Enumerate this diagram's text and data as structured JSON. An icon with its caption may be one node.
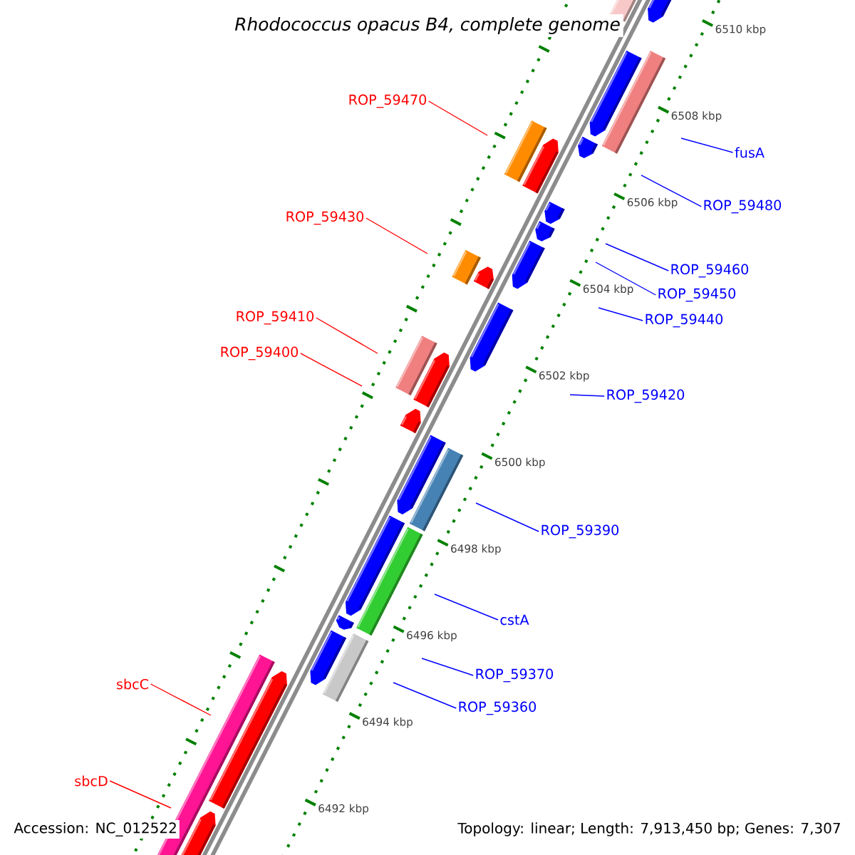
{
  "diagram": {
    "title": "Rhodococcus opacus B4, complete genome",
    "nodes": [
      {
        "text": [
          "ROP_59470"
        ]
      },
      {
        "text": [
          "fusA"
        ]
      },
      {
        "text": [
          "ROP_59480"
        ]
      },
      {
        "text": [
          "ROP_59430"
        ]
      },
      {
        "text": [
          "ROP_59460"
        ]
      },
      {
        "text": [
          "ROP_59450"
        ]
      },
      {
        "text": [
          "ROP_59410"
        ]
      },
      {
        "text": [
          "ROP_59440"
        ]
      },
      {
        "text": [
          "ROP_59400"
        ]
      },
      {
        "text": [
          "ROP_59420"
        ]
      },
      {
        "text": [
          "ROP_59390"
        ]
      },
      {
        "text": [
          "cstA"
        ]
      },
      {
        "text": [
          "ROP_59370"
        ]
      },
      {
        "text": [
          "sbcC"
        ]
      },
      {
        "text": [
          "ROP_59360"
        ]
      },
      {
        "text": [
          "sbcD"
        ]
      }
    ],
    "edges": [
      {
        "from": 0,
        "to": null,
        "arrow": "none",
        "color": "#ff0000"
      },
      {
        "from": 1,
        "to": null,
        "arrow": "none"
      },
      {
        "from": 2,
        "to": null,
        "arrow": "none"
      },
      {
        "from": 3,
        "to": null,
        "arrow": "none",
        "color": "#ff0000"
      },
      {
        "from": 4,
        "to": null,
        "arrow": "none"
      },
      {
        "from": 5,
        "to": null,
        "arrow": "none"
      },
      {
        "from": 6,
        "to": null,
        "arrow": "none",
        "color": "#ff0000"
      },
      {
        "from": 7,
        "to": null,
        "arrow": "none"
      },
      {
        "from": 8,
        "to": null,
        "arrow": "none",
        "color": "#ff0000"
      },
      {
        "from": 9,
        "to": null,
        "arrow": "none"
      },
      {
        "from": 10,
        "to": null,
        "arrow": "none"
      },
      {
        "from": 11,
        "to": null,
        "arrow": "none"
      },
      {
        "from": 12,
        "to": null,
        "arrow": "none"
      },
      {
        "from": 13,
        "to": null,
        "arrow": "none",
        "color": "#ff0000"
      },
      {
        "from": 14,
        "to": null,
        "arrow": "none"
      },
      {
        "from": 15,
        "to": null,
        "arrow": "none",
        "color": "#ff0000"
      }
    ],
    "labels": [
      "6510 kbp",
      "6508 kbp",
      "6506 kbp",
      "6504 kbp",
      "6502 kbp",
      "6500 kbp",
      "6498 kbp",
      "6496 kbp",
      "6494 kbp",
      "6492 kbp",
      "Accession: NC_012522",
      "Topology: linear; Length: 7,913,450 bp; Genes: 7,307"
    ]
  }
}
